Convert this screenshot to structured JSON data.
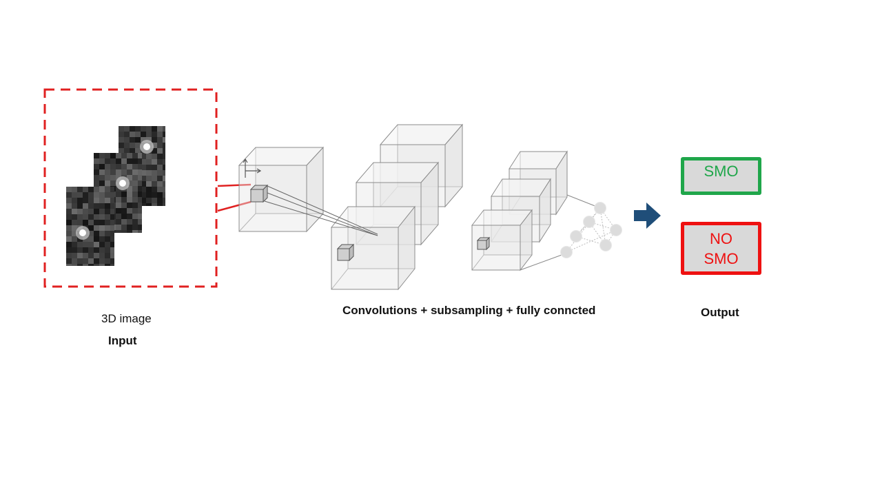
{
  "input": {
    "caption": "3D image",
    "title": "Input"
  },
  "network": {
    "caption": "Convolutions + subsampling + fully conncted"
  },
  "output": {
    "title": "Output",
    "classes": [
      {
        "label": "SMO",
        "color": "#1fa64a"
      },
      {
        "label": "NO\nSMO",
        "color": "#ee1111"
      }
    ]
  },
  "colors": {
    "dashed_frame": "#e02020",
    "arrow": "#1f4e79",
    "cube_edge": "#8c8c8c",
    "box_fill": "#d9d9d9"
  },
  "icons": [
    "axes-icon",
    "right-arrow-icon"
  ]
}
